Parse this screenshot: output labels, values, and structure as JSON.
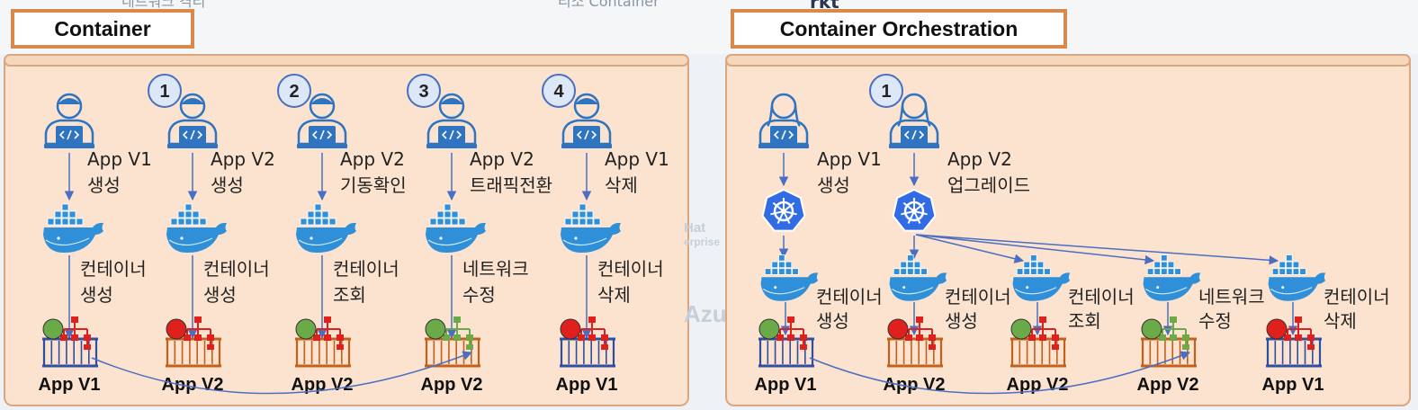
{
  "background": {
    "top_left_text": "네트워크 격리",
    "top_middle_text": "리소 Container",
    "top_right_text": "rkt",
    "hat_text": "Hat",
    "enterprise_text": "erprise",
    "azure_text": "Azu"
  },
  "colors": {
    "panel_fill": "#fbe3cf",
    "panel_border": "#d9a680",
    "title_border": "#d88a4c",
    "user_icon": "#2e74c0",
    "docker_blue": "#2f8fd8",
    "kubernetes_blue": "#326ce5",
    "arrow": "#4a6ec2",
    "status_green": "#6aaa48",
    "status_red": "#e0201c",
    "container_blue": "#2c4fa3",
    "container_orange": "#c4601a"
  },
  "left": {
    "title": "Container",
    "columns": [
      {
        "step": "",
        "action": [
          "App V1",
          "생성"
        ],
        "command": [
          "컨테이너",
          "생성"
        ],
        "app": "App V1",
        "status": "green",
        "network": "red",
        "box": "blue"
      },
      {
        "step": "1",
        "action": [
          "App V2",
          "생성"
        ],
        "command": [
          "컨테이너",
          "생성"
        ],
        "app": "App V2",
        "status": "red",
        "network": "red",
        "box": "orange"
      },
      {
        "step": "2",
        "action": [
          "App V2",
          "기동확인"
        ],
        "command": [
          "컨테이너",
          "조회"
        ],
        "app": "App V2",
        "status": "green",
        "network": "red",
        "box": "orange"
      },
      {
        "step": "3",
        "action": [
          "App V2",
          "트래픽전환"
        ],
        "command": [
          "네트워크",
          "수정"
        ],
        "app": "App V2",
        "status": "green",
        "network": "green",
        "box": "orange"
      },
      {
        "step": "4",
        "action": [
          "App V1",
          "삭제"
        ],
        "command": [
          "컨테이너",
          "삭제"
        ],
        "app": "App V1",
        "status": "red",
        "network": "red",
        "box": "blue"
      }
    ]
  },
  "right": {
    "title": "Container Orchestration",
    "users": [
      {
        "step": "",
        "action": [
          "App V1",
          "생성"
        ]
      },
      {
        "step": "1",
        "action": [
          "App V2",
          "업그레이드"
        ]
      }
    ],
    "columns": [
      {
        "command": [
          "컨테이너",
          "생성"
        ],
        "app": "App V1",
        "status": "green",
        "network": "red",
        "box": "blue"
      },
      {
        "command": [
          "컨테이너",
          "생성"
        ],
        "app": "App V2",
        "status": "red",
        "network": "red",
        "box": "orange"
      },
      {
        "command": [
          "컨테이너",
          "조회"
        ],
        "app": "App V2",
        "status": "green",
        "network": "red",
        "box": "orange"
      },
      {
        "command": [
          "네트워크",
          "수정"
        ],
        "app": "App V2",
        "status": "green",
        "network": "green",
        "box": "orange"
      },
      {
        "command": [
          "컨테이너",
          "삭제"
        ],
        "app": "App V1",
        "status": "red",
        "network": "red",
        "box": "blue"
      }
    ]
  }
}
